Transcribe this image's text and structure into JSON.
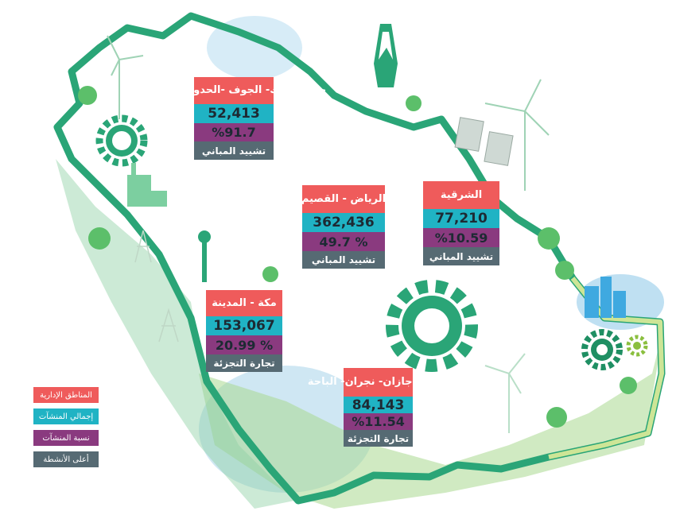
{
  "colors": {
    "region_name": "#ef5b5b",
    "total_establishments": "#20b3c4",
    "establishment_share": "#8a3a7f",
    "top_activity": "#566a73",
    "map_outline": "#2aa577"
  },
  "legend": [
    {
      "label": "المناطق الإدارية"
    },
    {
      "label": "إجمالي المنشآت"
    },
    {
      "label": "نسبة المنشآت"
    },
    {
      "label": "أعلى الأنشطة"
    }
  ],
  "regions": [
    {
      "name": "حائل- تبوك- الجوف -الحدود الشمالية",
      "total": "52,413",
      "share": "%91.7",
      "activity": "تشييد المباني"
    },
    {
      "name": "الرياض - القصيم",
      "total": "362,436",
      "share": "% 49.7",
      "activity": "تشييد المباني"
    },
    {
      "name": "الشرقية",
      "total": "77,210",
      "share": "%10.59",
      "activity": "تشييد المباني"
    },
    {
      "name": "مكة - المدينة",
      "total": "153,067",
      "share": "% 20.99",
      "activity": "تجارة التجزئة"
    },
    {
      "name": "عسير- جازان- نجران- الباحة",
      "total": "84,143",
      "share": "%11.54",
      "activity": "تجارة التجزئة"
    }
  ]
}
